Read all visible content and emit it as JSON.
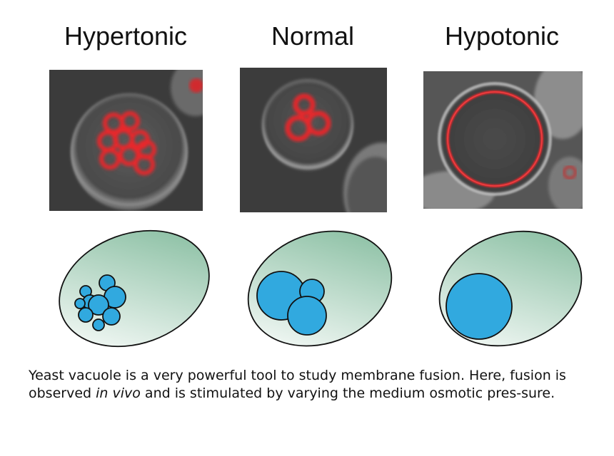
{
  "panels": [
    {
      "title": "Hypertonic"
    },
    {
      "title": "Normal"
    },
    {
      "title": "Hypotonic"
    }
  ],
  "caption": {
    "part1": "Yeast vacuole is a very powerful tool to study membrane fusion.  Here, fusion is observed ",
    "italic": "in vivo",
    "part2": " and is stimulated by varying the medium osmotic pres-sure."
  },
  "colors": {
    "vacuole_blue": "#31a9df",
    "cell_green": "#7fb99a",
    "fluorescence_red": "#e8262b"
  }
}
